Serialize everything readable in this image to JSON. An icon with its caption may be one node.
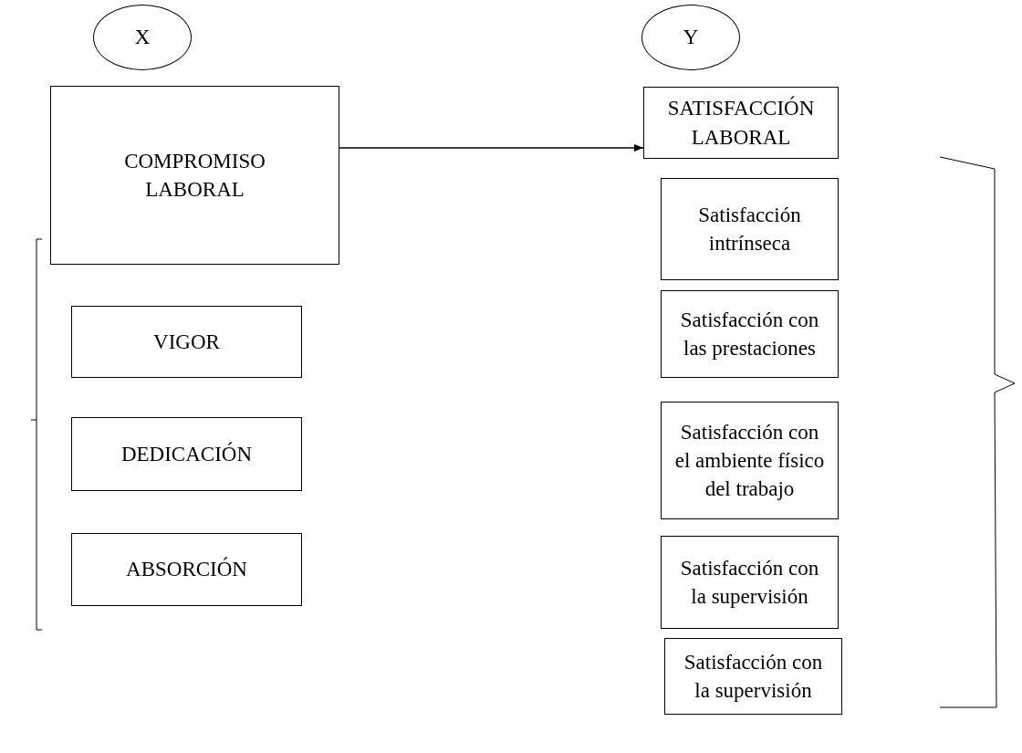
{
  "diagram": {
    "nodes": [
      {
        "text": [
          "X"
        ]
      },
      {
        "text": [
          "COMPROMISO LABORAL"
        ]
      },
      {
        "text": [
          "VIGOR"
        ]
      },
      {
        "text": [
          "DEDICACIÓN"
        ]
      },
      {
        "text": [
          "ABSORCIÓN"
        ]
      },
      {
        "text": [
          "Y"
        ]
      },
      {
        "text": [
          "SATISFACCIÓN LABORAL"
        ]
      },
      {
        "text": [
          "Satisfacción intrínseca"
        ]
      },
      {
        "text": [
          "Satisfacción con las prestaciones"
        ]
      },
      {
        "text": [
          "Satisfacción con el ambiente físico del trabajo"
        ]
      },
      {
        "text": [
          "Satisfacción con la supervisión"
        ]
      },
      {
        "text": [
          "Satisfacción con la supervisión"
        ]
      }
    ],
    "edges": [
      {
        "from": 1,
        "to": 6,
        "arrow": "to"
      }
    ]
  }
}
